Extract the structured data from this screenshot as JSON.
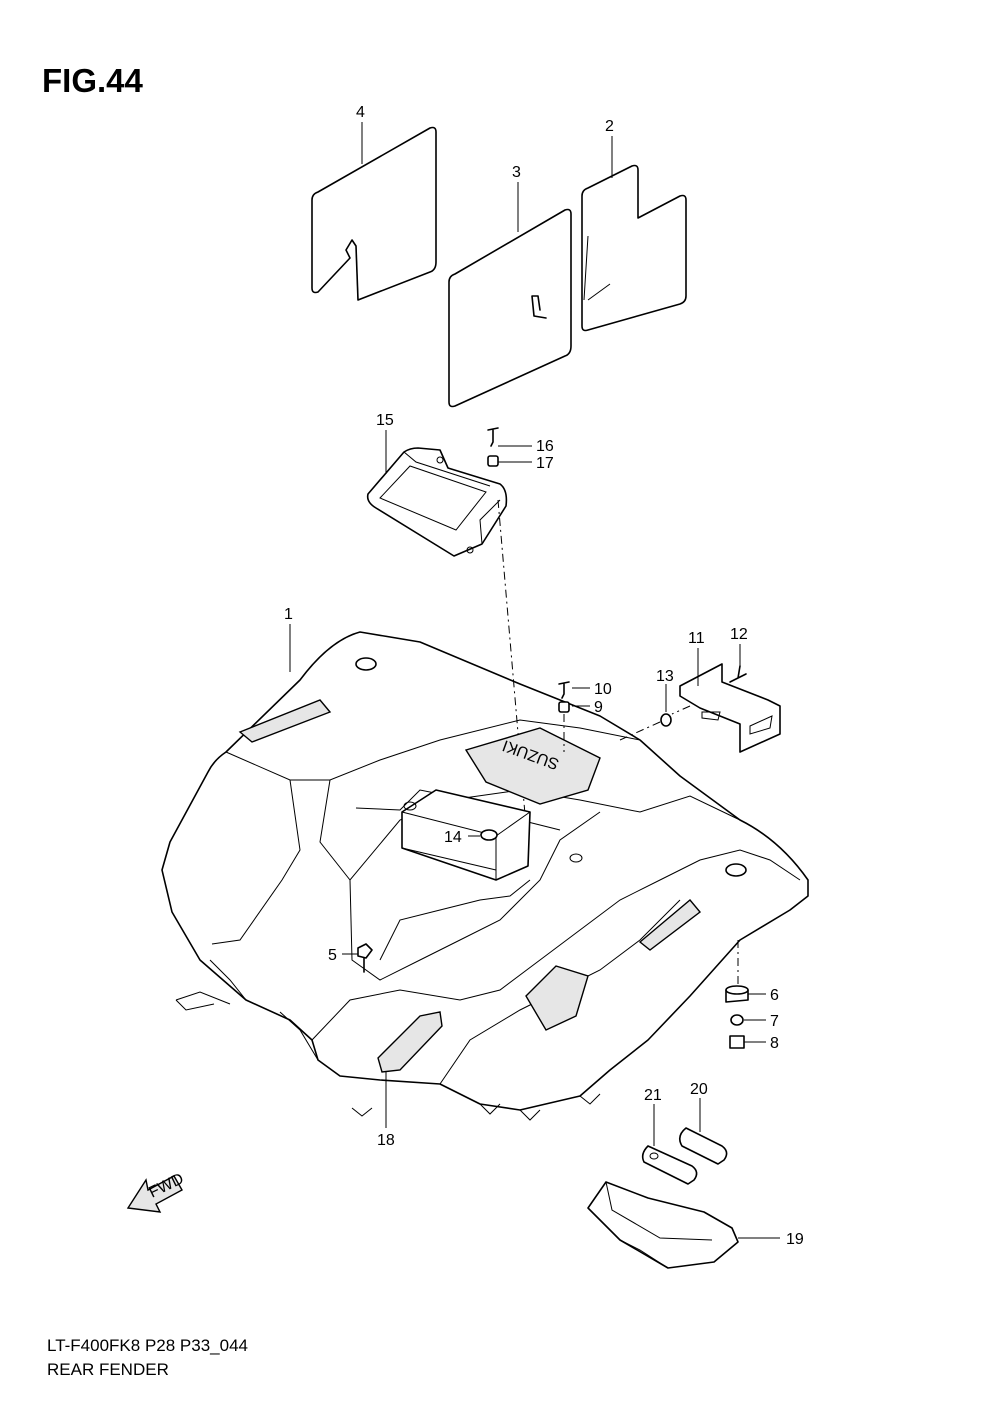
{
  "figure": {
    "title": "FIG.44",
    "model_code": "LT-F400FK8 P28 P33_044",
    "name": "REAR FENDER"
  },
  "callouts": {
    "c1": "1",
    "c2": "2",
    "c3": "3",
    "c4": "4",
    "c5": "5",
    "c6": "6",
    "c7": "7",
    "c8": "8",
    "c9": "9",
    "c10": "10",
    "c11": "11",
    "c12": "12",
    "c13": "13",
    "c14": "14",
    "c15": "15",
    "c16": "16",
    "c17": "17",
    "c18": "18",
    "c19": "19",
    "c20": "20",
    "c21": "21"
  },
  "markings": {
    "fender_logo": "SUZUKI",
    "direction_arrow": "FWD"
  }
}
